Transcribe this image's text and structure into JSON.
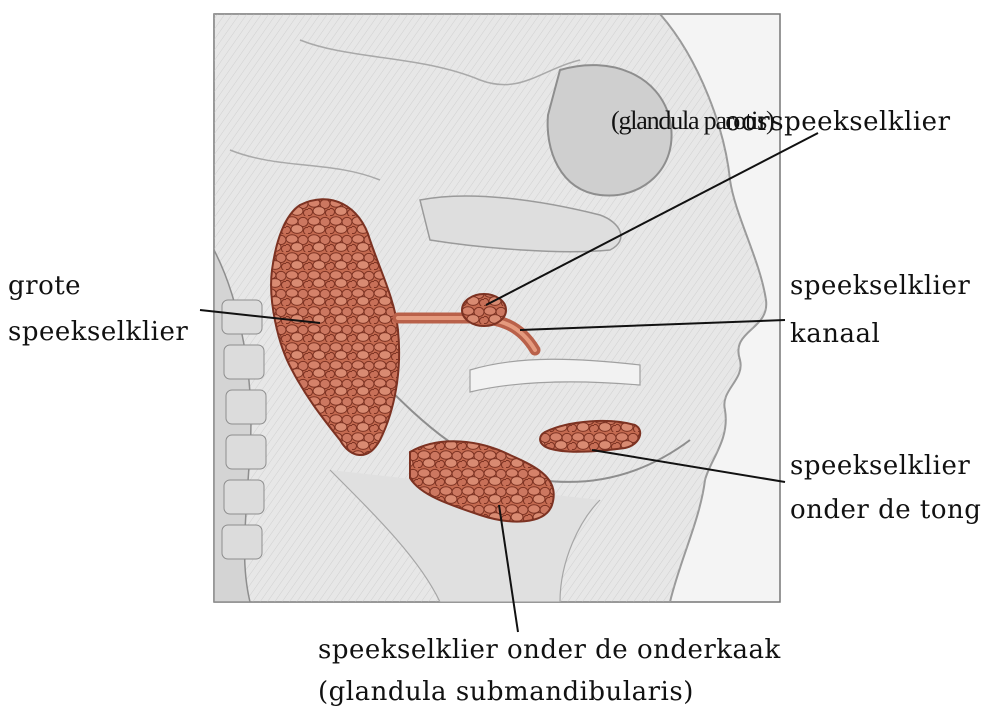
{
  "labels": {
    "glandula_parotis": "(glandula parotis)",
    "oorspeekselklier": "oorspeekselklier",
    "grote_line1": "grote",
    "grote_line2": "speekselklier",
    "kanaal_line1": "speekselklier",
    "kanaal_line2": "kanaal",
    "tong_line1": "speekselklier",
    "tong_line2": "onder de tong",
    "onderkaak_line1": "speekselklier onder de onderkaak",
    "onderkaak_line2": "(glandula submandibularis)"
  },
  "colors": {
    "gland": "#c46a50",
    "gland_dark": "#8a3a28",
    "gland_light": "#e59a7e",
    "bone": "#d8d8d8",
    "bone_dark": "#9a9a9a",
    "leader": "#111111",
    "frame": "#777777"
  }
}
